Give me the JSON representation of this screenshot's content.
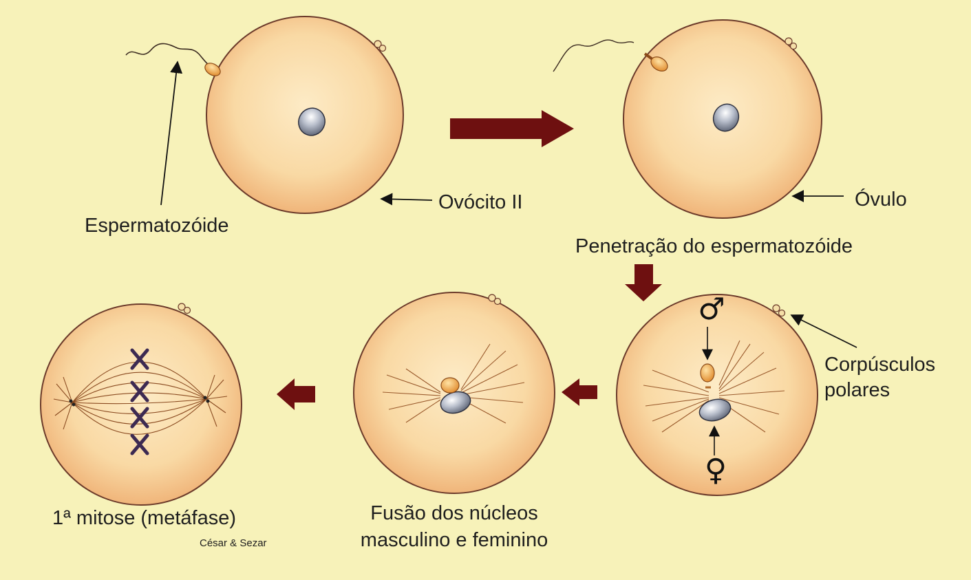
{
  "labels": {
    "sperm": "Espermatozóide",
    "oocyte": "Ovócito II",
    "ovum": "Óvulo",
    "penetration": "Penetração do espermatozóide",
    "polar_bodies_line1": "Corpúsculos",
    "polar_bodies_line2": "polares",
    "fusion_line1": "Fusão dos núcleos",
    "fusion_line2": "masculino e feminino",
    "first_mitosis": "1ª mitose (metáfase)",
    "credit": "César & Sezar"
  },
  "symbols": {
    "male": "♂",
    "female": "♀"
  },
  "colors": {
    "background": "#f7f2b9",
    "cell_fill": "#f8d49b",
    "cell_outline": "#6b3a2a",
    "flow_arrow": "#6e1010",
    "sperm_head": "#f2a640",
    "nucleus": "#7d8494",
    "chromosome": "#3d2a52",
    "text": "#1e1e1e"
  }
}
